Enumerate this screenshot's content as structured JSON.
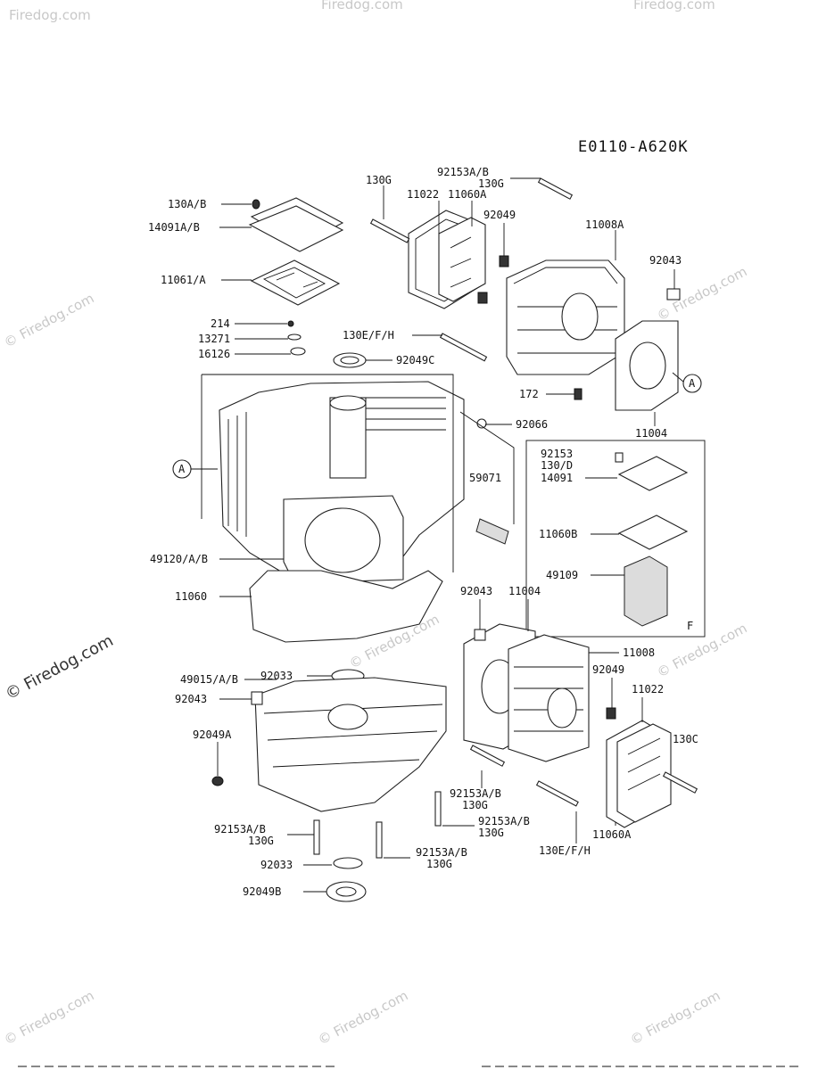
{
  "diagram_code": "E0110-A620K",
  "watermark": "© Firedog.com",
  "watermark_small": "Firedog.com",
  "callouts": {
    "A": "A",
    "F": "F"
  },
  "labels": {
    "p130AB": "130A/B",
    "p14091AB": "14091A/B",
    "p11061A": "11061/A",
    "p214": "214",
    "p13271": "13271",
    "p16126": "16126",
    "p92049C": "92049C",
    "p130G_top": "130G",
    "p11022_top": "11022",
    "p11060A_top": "11060A",
    "p92153AB_top": "92153A/B",
    "p130G_top2": "130G",
    "p92049_top": "92049",
    "p11008A": "11008A",
    "p92043_right": "92043",
    "p130EFH_top": "130E/F/H",
    "p172": "172",
    "p11004_top": "11004",
    "p92066": "92066",
    "p92153_box": "92153",
    "p130D_box": "130/D",
    "p14091_box": "14091",
    "p11060B": "11060B",
    "p49109": "49109",
    "p59071": "59071",
    "p49120AB": "49120/A/B",
    "p11060": "11060",
    "p92043_mid": "92043",
    "p11004_mid": "11004",
    "p11008": "11008",
    "p92049_mid": "92049",
    "p11022_mid": "11022",
    "p130C": "130C",
    "p92033_top": "92033",
    "p49015AB": "49015/A/B",
    "p92043_left": "92043",
    "p92049A": "92049A",
    "p92153AB_mid": "92153A/B",
    "p130G_mid": "130G",
    "p92153AB_mid2": "92153A/B",
    "p130G_mid2": "130G",
    "p11060A_bot": "11060A",
    "p130EFH_bot": "130E/F/H",
    "p92153AB_left": "92153A/B",
    "p130G_left": "130G",
    "p92153AB_bot": "92153A/B",
    "p130G_bot": "130G",
    "p92033_bot": "92033",
    "p92049B": "92049B"
  }
}
